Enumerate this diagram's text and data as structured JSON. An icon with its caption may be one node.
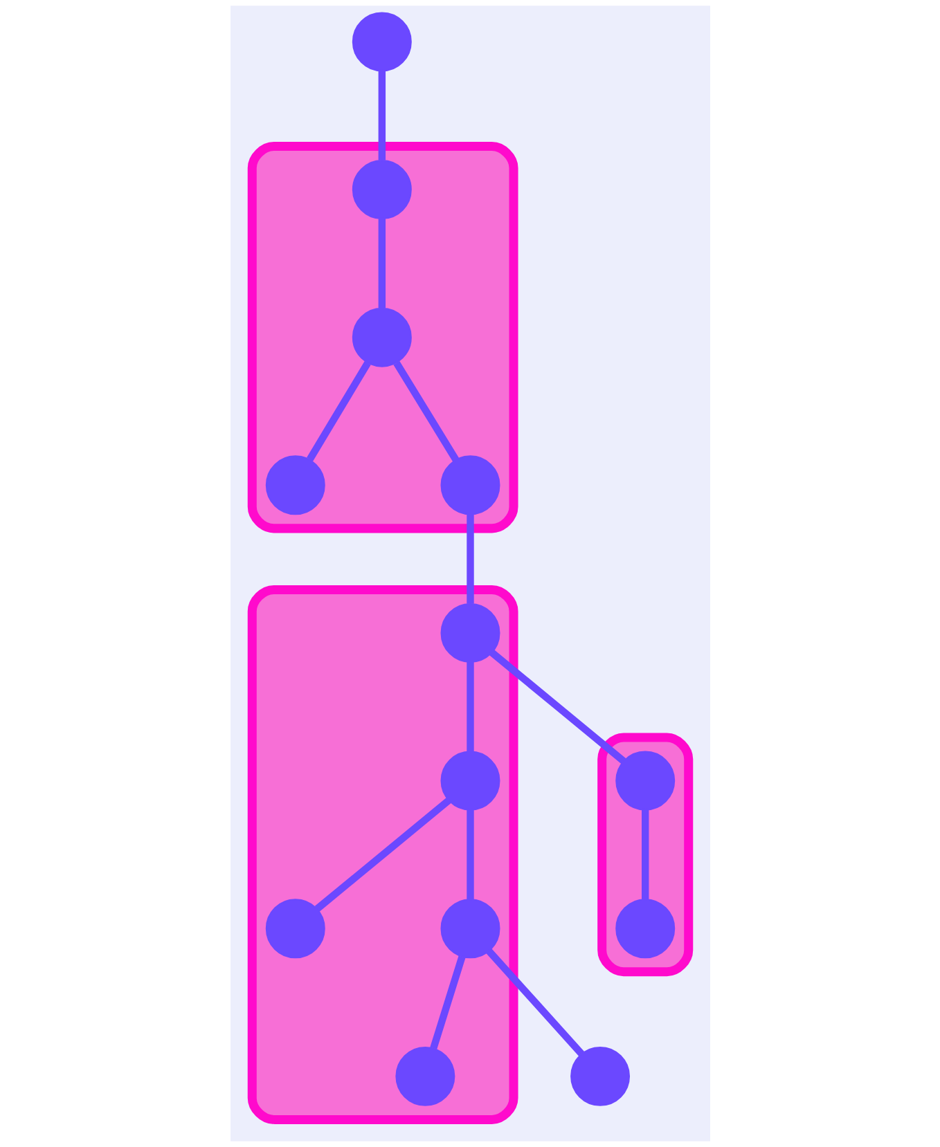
{
  "diagram": {
    "nodes": [
      {
        "text": [],
        "shape": "circle"
      },
      {
        "text": [],
        "shape": "box"
      },
      {
        "text": [],
        "shape": "circle",
        "in": 1
      },
      {
        "text": [],
        "shape": "circle",
        "in": 1
      },
      {
        "text": [],
        "shape": "circle",
        "in": 1
      },
      {
        "text": [],
        "shape": "circle",
        "in": 1
      },
      {
        "text": [],
        "shape": "box"
      },
      {
        "text": [],
        "shape": "circle",
        "in": 6
      },
      {
        "text": [],
        "shape": "circle",
        "in": 6
      },
      {
        "text": [],
        "shape": "circle",
        "in": 6
      },
      {
        "text": [],
        "shape": "circle",
        "in": 6
      },
      {
        "text": [],
        "shape": "circle",
        "in": 6
      },
      {
        "text": [],
        "shape": "box"
      },
      {
        "text": [],
        "shape": "circle",
        "in": 12
      },
      {
        "text": [],
        "shape": "circle",
        "in": 12
      },
      {
        "text": [],
        "shape": "circle"
      }
    ],
    "edges": [
      {
        "from": 0,
        "to": 2,
        "arrow": "none"
      },
      {
        "from": 2,
        "to": 3,
        "arrow": "none"
      },
      {
        "from": 3,
        "to": 4,
        "arrow": "none"
      },
      {
        "from": 3,
        "to": 5,
        "arrow": "none"
      },
      {
        "from": 5,
        "to": 7,
        "arrow": "none"
      },
      {
        "from": 7,
        "to": 8,
        "arrow": "none"
      },
      {
        "from": 7,
        "to": 13,
        "arrow": "none"
      },
      {
        "from": 8,
        "to": 9,
        "arrow": "none"
      },
      {
        "from": 8,
        "to": 10,
        "arrow": "none"
      },
      {
        "from": 10,
        "to": 11,
        "arrow": "none"
      },
      {
        "from": 10,
        "to": 15,
        "arrow": "none"
      },
      {
        "from": 13,
        "to": 14,
        "arrow": "none"
      }
    ]
  }
}
